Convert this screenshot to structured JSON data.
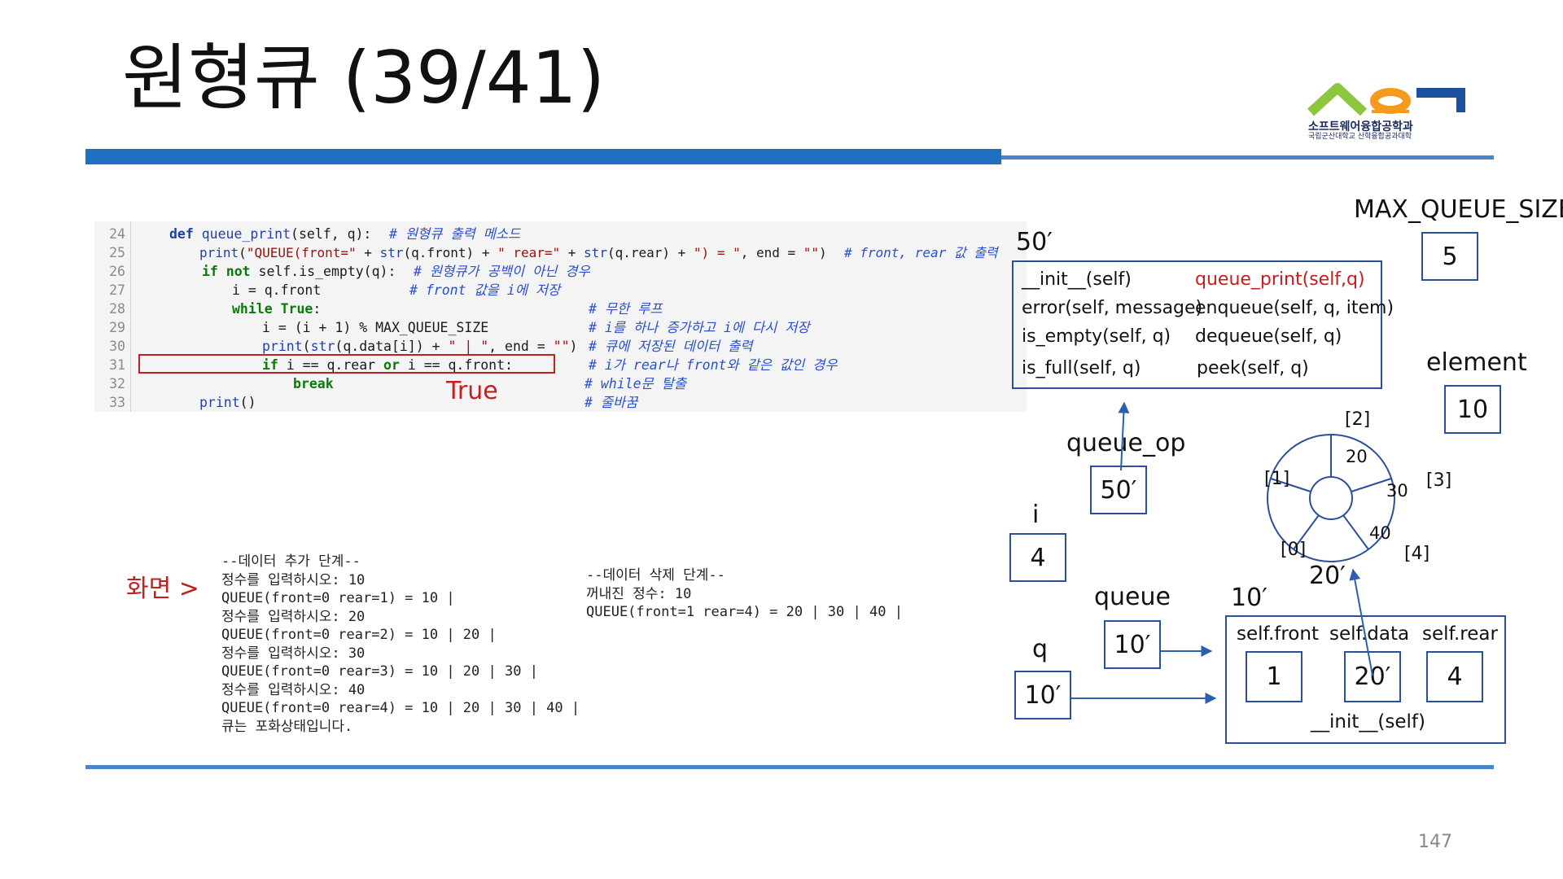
{
  "title": "원형큐 (39/41)",
  "logo": {
    "line1": "소프트웨어융합공학과",
    "line2": "국립군산대학교 산학융합공과대학"
  },
  "code": {
    "lines": [
      {
        "num": "24",
        "text": ""
      },
      {
        "num": "25",
        "text": ""
      },
      {
        "num": "26",
        "text": ""
      },
      {
        "num": "27",
        "text": ""
      },
      {
        "num": "28",
        "text": ""
      },
      {
        "num": "29",
        "text": ""
      },
      {
        "num": "30",
        "text": ""
      },
      {
        "num": "31",
        "text": ""
      },
      {
        "num": "32",
        "text": ""
      },
      {
        "num": "33",
        "text": ""
      }
    ],
    "l24": {
      "def": "def ",
      "name": "queue_print",
      "args": "(self, q):",
      "cmt": "# 원형큐 출력 메소드"
    },
    "l25": {
      "print": "print",
      "p1": "(",
      "s1": "\"QUEUE(front=\"",
      "p2": " + ",
      "f1": "str",
      "p3": "(q.front) + ",
      "s2": "\" rear=\"",
      "p4": " + ",
      "f2": "str",
      "p5": "(q.rear) + ",
      "s3": "\") = \"",
      "p6": ", end = ",
      "s4": "\"\"",
      "p7": ")",
      "cmt": "# front, rear 값 출력"
    },
    "l26": {
      "if": "if not",
      "rest": " self.is_empty(q):",
      "cmt": "# 원형큐가 공백이 아닌 경우"
    },
    "l27": {
      "rest": "i = q.front",
      "cmt": "# front 값을 i에 저장"
    },
    "l28": {
      "while": "while ",
      "true": "True",
      "rest": ":",
      "cmt": "# 무한 루프"
    },
    "l29": {
      "rest": "i = (i + 1) % MAX_QUEUE_SIZE",
      "cmt": "# i를 하나 증가하고 i에 다시 저장"
    },
    "l30": {
      "print": "print",
      "p1": "(",
      "f1": "str",
      "p2": "(q.data[i]) + ",
      "s1": "\" | \"",
      "p3": ", end = ",
      "s2": "\"\"",
      "p4": ")",
      "cmt": "# 큐에 저장된 데이터 출력"
    },
    "l31": {
      "if": "if",
      "rest": " i == q.rear ",
      "or": "or",
      "rest2": " i == q.front:",
      "cmt": "# i가 rear나 front와 같은 값인 경우"
    },
    "l32": {
      "brk": "break",
      "cmt": "# while문 탈출"
    },
    "l33": {
      "print": "print",
      "rest": "()",
      "cmt": "# 줄바꿈"
    },
    "true_label": "True"
  },
  "screen": {
    "label": "화면 >",
    "left_lines": [
      "--데이터 추가 단계--",
      "정수를 입력하시오: 10",
      "QUEUE(front=0 rear=1) = 10 |",
      "정수를 입력하시오: 20",
      "QUEUE(front=0 rear=2) = 10 | 20 |",
      "정수를 입력하시오: 30",
      "QUEUE(front=0 rear=3) = 10 | 20 | 30 |",
      "정수를 입력하시오: 40",
      "QUEUE(front=0 rear=4) = 10 | 20 | 30 | 40 |",
      "큐는 포화상태입니다."
    ],
    "right_lines": [
      "--데이터 삭제 단계--",
      "꺼내진 정수: 10",
      "QUEUE(front=1 rear=4) = 20 | 30 | 40 |"
    ]
  },
  "diagram": {
    "addr_50": "50′",
    "methods": {
      "init": "__init__(self)",
      "queue_print": "queue_print(self,q)",
      "error": "error(self, message)",
      "enqueue": "enqueue(self, q, item)",
      "is_empty": "is_empty(self, q)",
      "dequeue": "dequeue(self, q)",
      "is_full": "is_full(self, q)",
      "peek": "peek(self, q)"
    },
    "max_queue_size": {
      "label": "MAX_QUEUE_SIZE",
      "value": "5"
    },
    "element": {
      "label": "element",
      "value": "10"
    },
    "queue_op": {
      "label": "queue_op",
      "value": "50′"
    },
    "i": {
      "label": "i",
      "value": "4"
    },
    "queue": {
      "label": "queue",
      "value": "10′"
    },
    "q": {
      "label": "q",
      "value": "10′"
    },
    "addr_10": "10′",
    "addr_20": "20′",
    "init_obj": {
      "front_label": "self.front",
      "data_label": "self.data",
      "rear_label": "self.rear",
      "front_value": "1",
      "data_value": "20′",
      "rear_value": "4",
      "footer": "__init__(self)"
    },
    "circle": {
      "idx0": "[0]",
      "idx1": "[1]",
      "idx2": "[2]",
      "idx3": "[3]",
      "idx4": "[4]",
      "v2": "20",
      "v3": "30",
      "v4": "40"
    }
  },
  "page_number": "147",
  "colors": {
    "accent_blue": "#1f6fc2",
    "box_blue": "#2c4f9a",
    "red": "#c41e1e"
  }
}
